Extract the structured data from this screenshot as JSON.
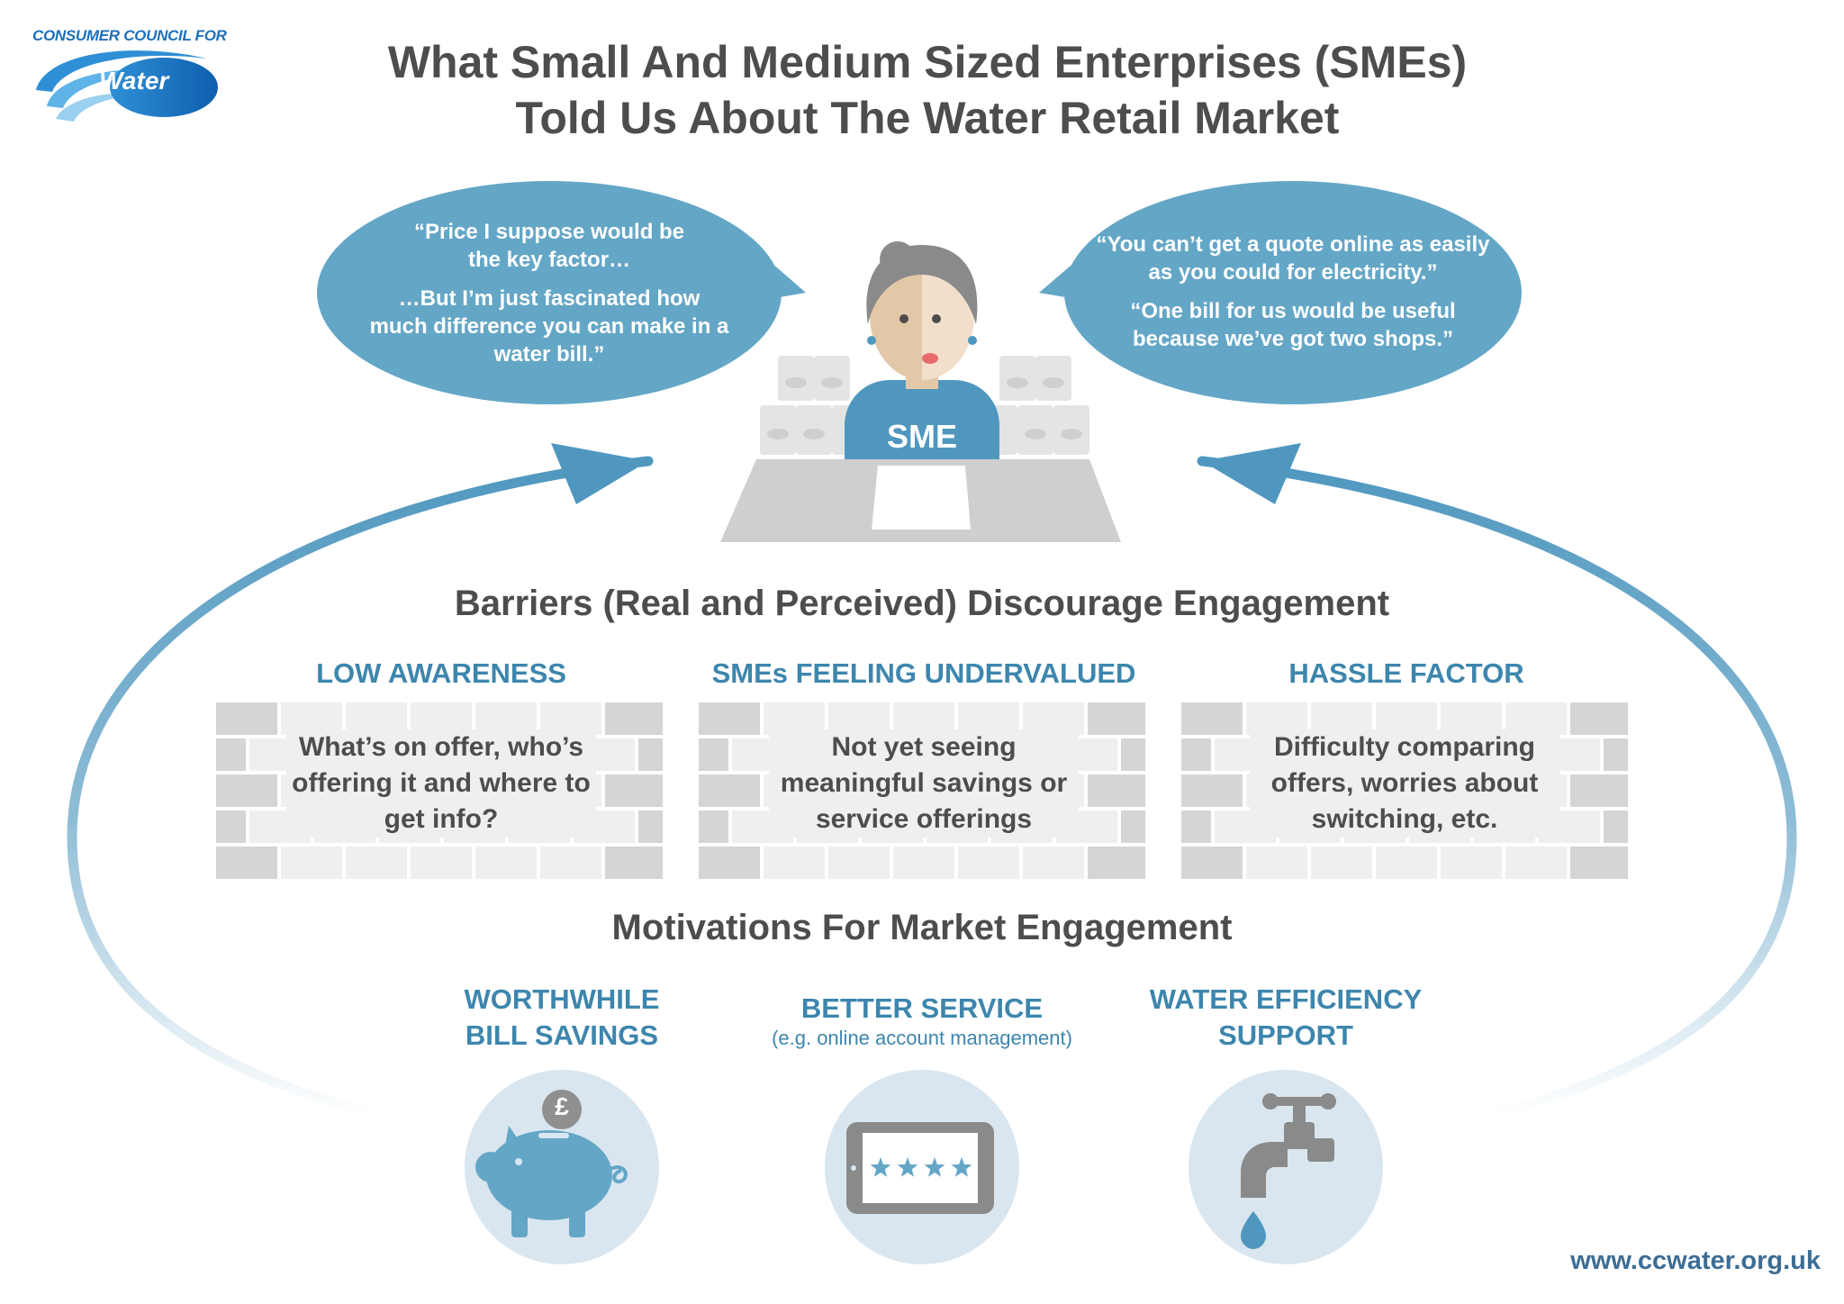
{
  "logo": {
    "organisation_line": "CONSUMER COUNCIL FOR",
    "word": "Water"
  },
  "title": {
    "line1": "What Small And Medium Sized Enterprises (SMEs)",
    "line2": "Told Us About The Water Retail Market"
  },
  "speech_bubbles": {
    "left": [
      "“Price I suppose would be the key factor…",
      "…But I’m just fascinated how much difference you can make in a water bill.”"
    ],
    "right": [
      "“You can’t get a quote online as easily as you could for electricity.”",
      "“One bill for us would be useful because we’ve got two shops.”"
    ]
  },
  "sme_label": "SME",
  "barriers": {
    "heading": "Barriers (Real and Perceived) Discourage Engagement",
    "items": [
      {
        "title": "LOW AWARENESS",
        "text": "What’s on offer, who’s offering it and where to get info?"
      },
      {
        "title": "SMEs FEELING UNDERVALUED",
        "text": "Not yet seeing meaningful savings or service offerings"
      },
      {
        "title": "HASSLE FACTOR",
        "text": "Difficulty comparing offers, worries about switching, etc."
      }
    ]
  },
  "motivations": {
    "heading": "Motivations For Market Engagement",
    "items": [
      {
        "title": "WORTHWHILE BILL SAVINGS",
        "subtitle": "",
        "icon": "piggy-bank-icon"
      },
      {
        "title": "BETTER SERVICE",
        "subtitle": "(e.g. online account management)",
        "icon": "tablet-rating-icon"
      },
      {
        "title": "WATER EFFICIENCY SUPPORT",
        "subtitle": "",
        "icon": "water-tap-icon"
      }
    ]
  },
  "coin_symbol": "£",
  "footer_url": "www.ccwater.org.uk",
  "colors": {
    "accent_blue": "#3d86ad",
    "bubble_blue": "#64a6c6",
    "icon_circle": "#d9e6ef",
    "text_dark": "#4d4d4d",
    "brick_light": "#efefef",
    "brick_dark": "#d5d5d5"
  }
}
